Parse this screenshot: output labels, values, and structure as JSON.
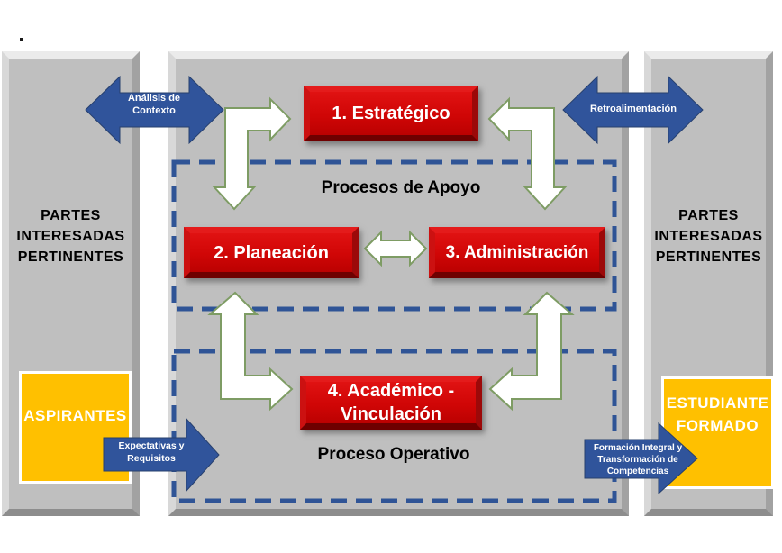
{
  "diagram_title_dot": ".",
  "panels": {
    "left": {
      "title": "PARTES INTERESADAS PERTINENTES",
      "tag": "ASPIRANTES"
    },
    "right": {
      "title": "PARTES INTERESADAS PERTINENTES",
      "tag": "ESTUDIANTE FORMADO"
    }
  },
  "process_boxes": {
    "strategic": "1. Estratégico",
    "planning": "2. Planeación",
    "administration": "3. Administración",
    "academic": "4. Académico - Vinculación"
  },
  "zones": {
    "support": "Procesos de Apoyo",
    "operative": "Proceso Operativo"
  },
  "flows": {
    "context": "Análisis de Contexto",
    "feedback": "Retroalimentación",
    "expectations": "Expectativas y Requisitos",
    "formation": "Formación Integral y Transformación de Competencias"
  },
  "colors": {
    "panel_gray": "#BFBFBF",
    "process_red": "#C00000",
    "flow_blue": "#30549B",
    "tag_yellow": "#FFC000",
    "dash_blue": "#2F5496",
    "arrow_outline": "#7E9C64",
    "arrow_white": "#FFFFFF"
  }
}
